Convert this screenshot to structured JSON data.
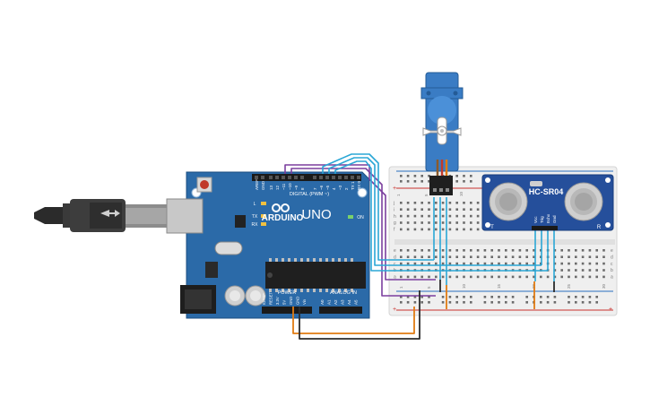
{
  "arduino": {
    "brand": "ARDUINO",
    "model": "UNO",
    "digital_label": "DIGITAL (PWM ~)",
    "power_label": "POWER",
    "analog_label": "ANALOG IN",
    "on_label": "ON",
    "led_labels": [
      "L",
      "TX",
      "RX"
    ],
    "tx_label": "TX",
    "rx_label": "RX",
    "digital_pins": [
      "AREF",
      "GND",
      "13",
      "12",
      "~11",
      "~10",
      "~9",
      "8",
      "7",
      "~6",
      "~5",
      "4",
      "~3",
      "2",
      "TX 1",
      "RX 0"
    ],
    "power_pins": [
      "IOREF",
      "RESET",
      "3.3V",
      "5V",
      "GND",
      "GND",
      "Vin"
    ],
    "analog_pins": [
      "A0",
      "A1",
      "A2",
      "A3",
      "A4",
      "A5"
    ]
  },
  "sensor": {
    "model": "HC-SR04",
    "pins": [
      "Vcc",
      "Trig",
      "Echo",
      "Gnd"
    ],
    "corner_labels": [
      "T",
      "R"
    ]
  },
  "breadboard": {
    "rows_top": [
      "j",
      "i",
      "h",
      "g",
      "f"
    ],
    "rows_bottom": [
      "e",
      "d",
      "c",
      "b",
      "a"
    ],
    "col_numbers": [
      "1",
      "5",
      "10",
      "15",
      "20",
      "25",
      "30"
    ],
    "rail_plus": "+",
    "rail_minus": "-"
  },
  "colors": {
    "board": "#2b6aa8",
    "board_dark": "#1d4f80",
    "breadboard": "#efefef",
    "rail_red": "#c9302c",
    "rail_blue": "#2a6fbf",
    "servo": "#3a7cc4",
    "sensor_board": "#254f9b",
    "wire_purple": "#7b3f9e",
    "wire_blue": "#2aa7d6",
    "wire_orange": "#e07b12",
    "wire_black": "#2b2b2b",
    "wire_red": "#c33a2a",
    "usb_gray": "#4a4a4a"
  }
}
